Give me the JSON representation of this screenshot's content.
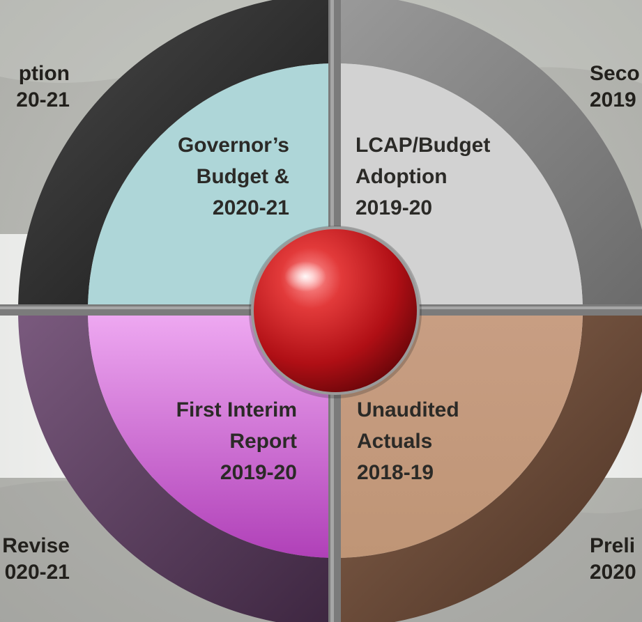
{
  "wheel": {
    "ring_colors": {
      "top_left": "#262626",
      "top_right": "#8a8a8a",
      "bottom_left": "#5e3f62",
      "bottom_right": "#6e4c38"
    },
    "quadrant_colors": {
      "top_left": "#aed6d8",
      "top_right": "#d2d2d2",
      "bottom_left": "#d47fd9",
      "bottom_right": "#c59c80"
    },
    "hub_color": "#c8161b",
    "quadrants": {
      "top_left": {
        "lines": [
          "Governor’s",
          "Budget &",
          "2020-21"
        ]
      },
      "top_right": {
        "lines": [
          "LCAP/Budget",
          "Adoption",
          "2019-20"
        ]
      },
      "bottom_left": {
        "lines": [
          "First Interim",
          "Report",
          "2019-20"
        ]
      },
      "bottom_right": {
        "lines": [
          "Unaudited",
          "Actuals",
          "2018-19"
        ]
      }
    }
  },
  "outer_labels": {
    "top_left": {
      "lines": [
        "ption",
        "20-21"
      ]
    },
    "top_right": {
      "lines": [
        "Seco",
        "2019"
      ]
    },
    "bottom_left": {
      "lines": [
        "Revise",
        "020-21"
      ]
    },
    "bottom_right": {
      "lines": [
        "Preli",
        "2020"
      ]
    }
  }
}
